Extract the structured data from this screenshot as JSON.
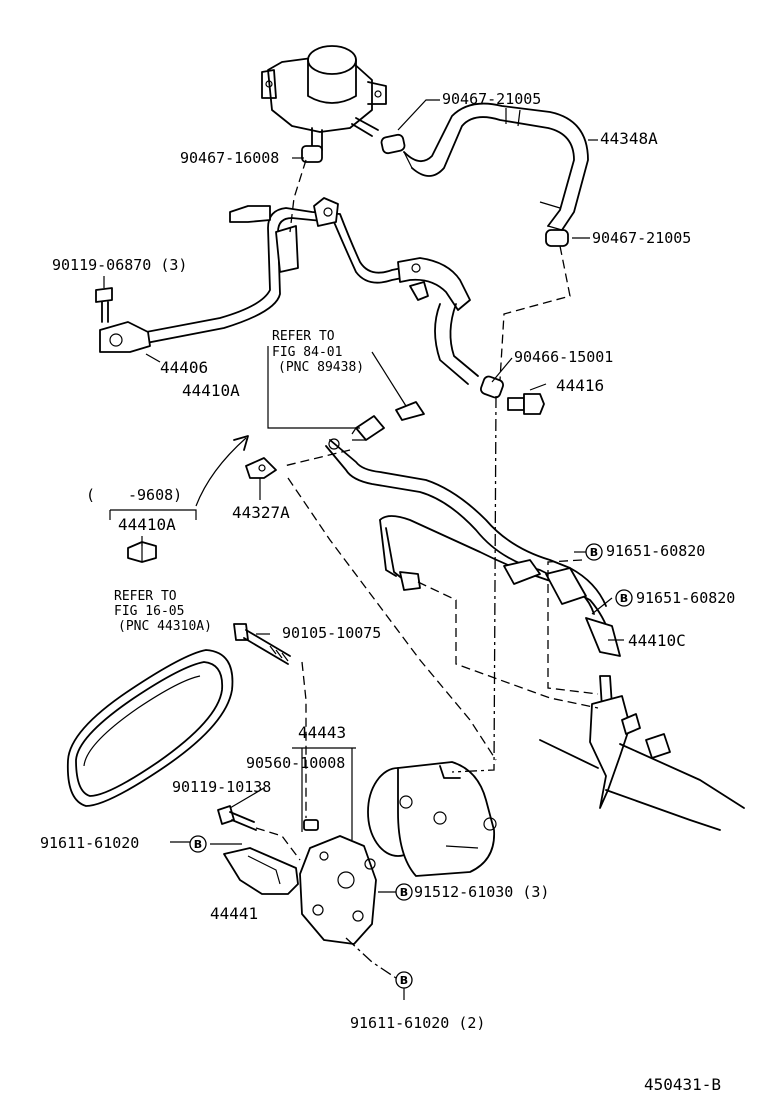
{
  "diagram_id": "450431-B",
  "bolt_mark": "B",
  "parts": {
    "clamp_a": "90467-21005",
    "hose_44348a": "44348A",
    "clamp_b": "90467-16008",
    "clamp_c": "90467-21005",
    "bolt_06870": "90119-06870 (3)",
    "tube_44406": "44406",
    "refer_84": {
      "line1": "REFER TO",
      "line2": "FIG 84-01",
      "line3": "(PNC 89438)"
    },
    "tube_44410a_top": "44410A",
    "clamp_15001": "90466-15001",
    "union_44416": "44416",
    "date_range_open": "(",
    "date_range": "-9608)",
    "tube_44410a_mid": "44410A",
    "clamp_44327a": "44327A",
    "bolt_60820_a": "91651-60820",
    "bolt_60820_b": "91651-60820",
    "tube_44410c": "44410C",
    "refer_16": {
      "line1": "REFER TO",
      "line2": "FIG 16-05",
      "line3": "(PNC 44310A)"
    },
    "bolt_10075": "90105-10075",
    "bracket_44443": "44443",
    "washer_10008": "90560-10008",
    "bolt_10138": "90119-10138",
    "bolt_61020": "91611-61020",
    "bracket_44441": "44441",
    "bolt_61030": "91512-61030 (3)",
    "bolt_61020_2": "91611-61020 (2)"
  }
}
